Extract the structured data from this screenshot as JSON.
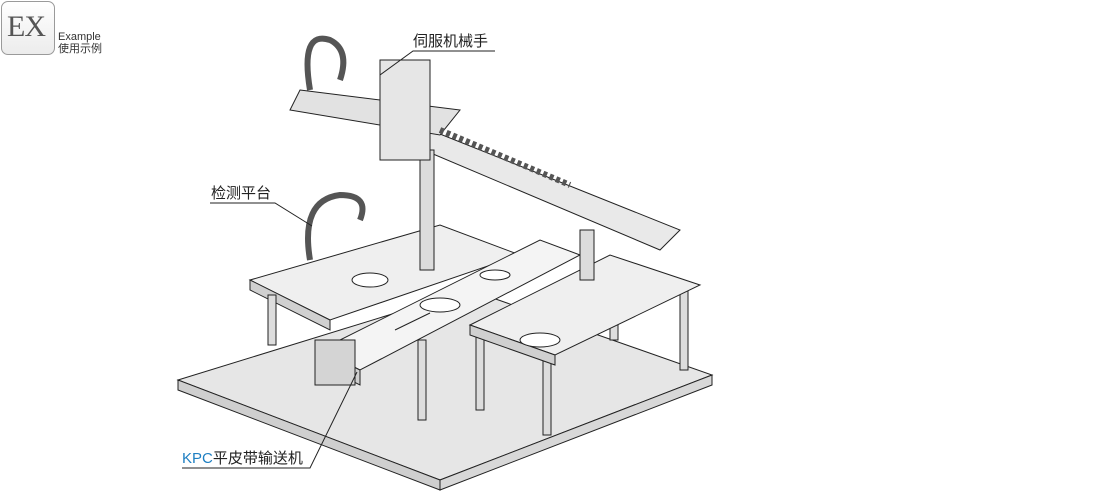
{
  "badge": {
    "mark": "EX",
    "line1": "Example",
    "line2": "使用示例"
  },
  "callouts": {
    "servo_manipulator": "伺服机械手",
    "inspection_platform": "检测平台",
    "conveyor_prefix": "KPC",
    "conveyor_name": "平皮带输送机"
  },
  "colors": {
    "accent": "#1e7fc2",
    "line": "#222222",
    "plate": "#e9e9e9"
  }
}
